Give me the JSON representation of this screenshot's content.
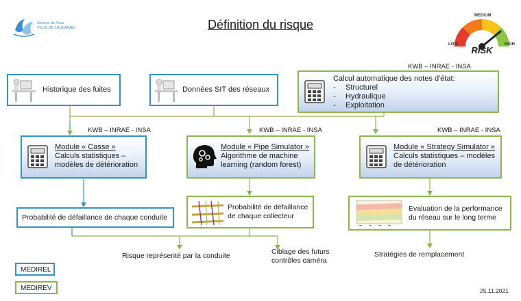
{
  "title": "Définition du risque",
  "logo": {
    "line1": "Service de l'eau",
    "line2": "VILLE DE LAUSANNE"
  },
  "gauge": {
    "low": "LOW",
    "medium": "MEDIUM",
    "high": "HIGH",
    "risk": "RISK"
  },
  "sources": {
    "historique": "Historique des fuites",
    "sit": "Données SIT des réseaux",
    "calcul": {
      "kwb": "KWB – INRAE - INSA",
      "title": "Calcul automatique des notes d'état:",
      "items": [
        "Structurel",
        "Hydraulique",
        "Exploitation"
      ]
    }
  },
  "modules": {
    "casse": {
      "kwb": "KWB – INRAE - INSA",
      "name": "Module « Casse »",
      "desc1": "Calculs statistiques –",
      "desc2": "modèles de détérioration"
    },
    "pipe": {
      "kwb": "KWB – INRAE - INSA",
      "name": "Module « Pipe Simulator »",
      "desc1": "Algorithme de machine",
      "desc2": "learning (random forest)"
    },
    "strategy": {
      "kwb": "KWB – INRAE - INSA",
      "name": "Module « Strategy Simulator »",
      "desc1": "Calculs statistiques – modèles",
      "desc2": "de détérioration"
    }
  },
  "outputs": {
    "casse": "Probabilité de défaillance de chaque conduite",
    "pipe1": "Probabilité de défaillance",
    "pipe2": "de chaque collecteur",
    "strategy1": "Evaluation de la performance",
    "strategy2": "du réseau sur le long terme"
  },
  "results": {
    "risque": "Risque représenté par la conduite",
    "ciblage1": "Ciblage des futurs",
    "ciblage2": "contrôles caméra",
    "strategies": "Stratégies de remplacement"
  },
  "legend": {
    "medirel": "MEDIREL",
    "medirev": "MEDIREV",
    "medirel_color": "#2f94c8",
    "medirev_color": "#8ab64a"
  },
  "date": "25.11.2021"
}
